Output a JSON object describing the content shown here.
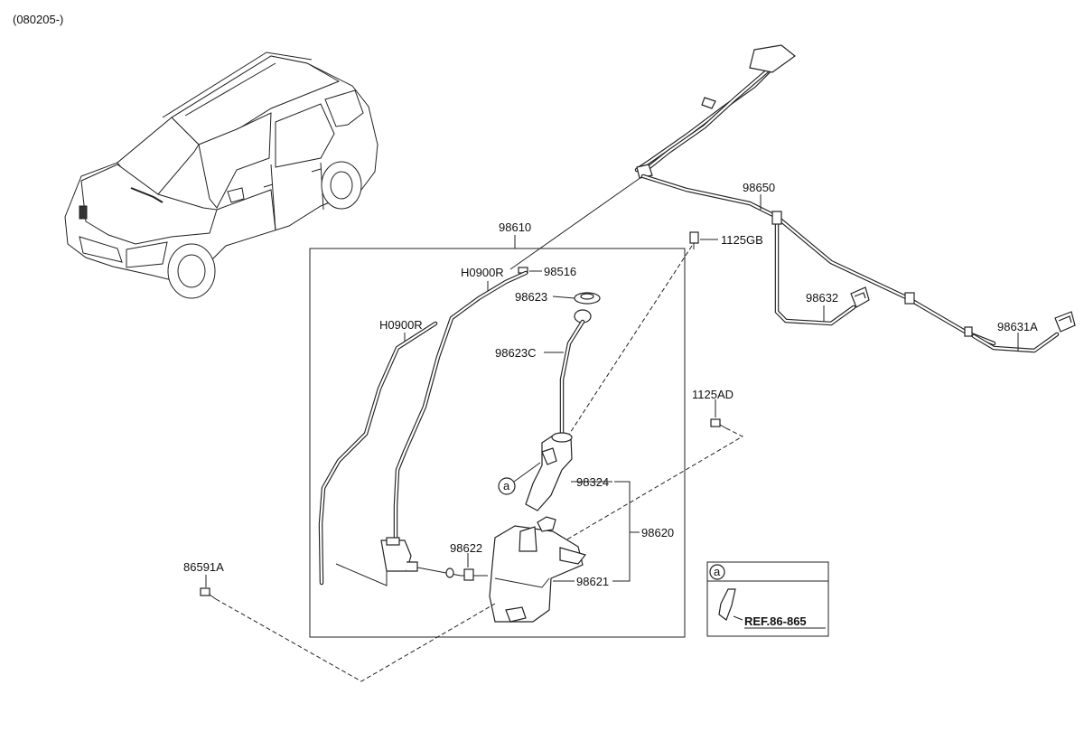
{
  "header": {
    "date_code": "(080205-)"
  },
  "callouts": {
    "reservoir_assy": "98610",
    "hose_main": "98650",
    "bolt_1125gb": "1125GB",
    "hose_h0900r_upper": "H0900R",
    "connector_98516": "98516",
    "cap": "98623",
    "hose_h0900r_lower": "H0900R",
    "filler_neck": "98623C",
    "bolt_1125ad": "1125AD",
    "nozzle_98632": "98632",
    "nozzle_98631a": "98631A",
    "circle_a": "a",
    "neck_98324": "98324",
    "assy_98620": "98620",
    "grommet_98622": "98622",
    "tank_98621": "98621",
    "bolt_86591a": "86591A"
  },
  "detail_box": {
    "marker": "a",
    "reference": "REF.86-865"
  }
}
